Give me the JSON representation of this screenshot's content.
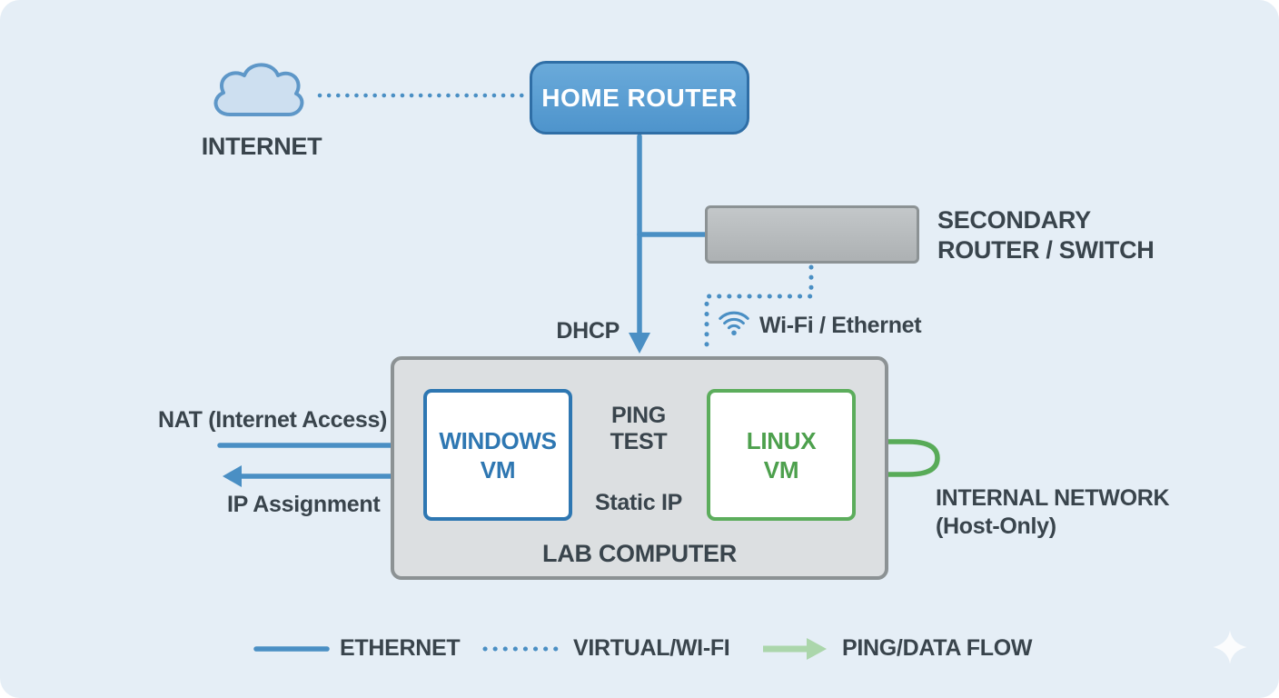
{
  "nodes": {
    "internet": {
      "label": "INTERNET"
    },
    "home_router": {
      "label": "HOME ROUTER"
    },
    "secondary_router": {
      "label": "SECONDARY\nROUTER / SWITCH"
    },
    "lab_computer": {
      "label": "LAB COMPUTER"
    },
    "windows_vm": {
      "label": "WINDOWS\nVM"
    },
    "linux_vm": {
      "label": "LINUX\nVM"
    }
  },
  "edge_labels": {
    "dhcp": "DHCP",
    "wifi_ethernet": "Wi-Fi / Ethernet",
    "nat": "NAT (Internet Access)",
    "ip_assignment": "IP Assignment",
    "ping_test": "PING TEST",
    "static_ip": "Static IP",
    "internal_network": "INTERNAL NETWORK\n(Host-Only)"
  },
  "legend": {
    "ethernet": "ETHERNET",
    "virtual_wifi": "VIRTUAL/WI-FI",
    "ping_data_flow": "PING/DATA FLOW"
  },
  "icons": {
    "cloud": "internet-cloud-icon",
    "wifi": "wifi-icon",
    "sparkle": "sparkle-icon"
  },
  "colors": {
    "canvas_background": "#e5eef6",
    "ethernet_blue": "#4a8fc4",
    "home_router_fill": "#559ad1",
    "home_router_border": "#2f6ea6",
    "windows_vm_blue": "#2e77b2",
    "linux_vm_green": "#5cad5c",
    "ping_green": "#abd6ab",
    "device_gray_fill": "#b9bdbf",
    "device_gray_border": "#8c9294",
    "lab_fill": "#dcdfe1",
    "text": "#39444c"
  }
}
